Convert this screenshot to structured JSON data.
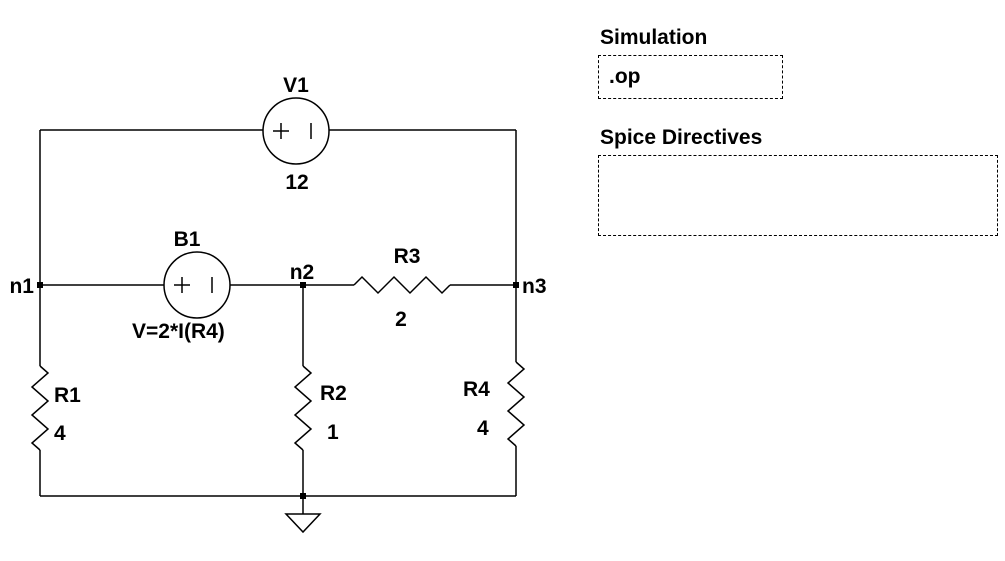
{
  "schematic": {
    "v1": {
      "label": "V1",
      "value": "12"
    },
    "b1": {
      "label": "B1",
      "value": "V=2*I(R4)"
    },
    "r1": {
      "label": "R1",
      "value": "4"
    },
    "r2": {
      "label": "R2",
      "value": "1"
    },
    "r3": {
      "label": "R3",
      "value": "2"
    },
    "r4": {
      "label": "R4",
      "value": "4"
    },
    "nodes": {
      "n1": "n1",
      "n2": "n2",
      "n3": "n3"
    }
  },
  "panel": {
    "simulation_heading": "Simulation",
    "op_directive": ".op",
    "directives_heading": "Spice Directives",
    "directives_text": ""
  },
  "colors": {
    "wire": "#000000",
    "background": "#ffffff"
  }
}
